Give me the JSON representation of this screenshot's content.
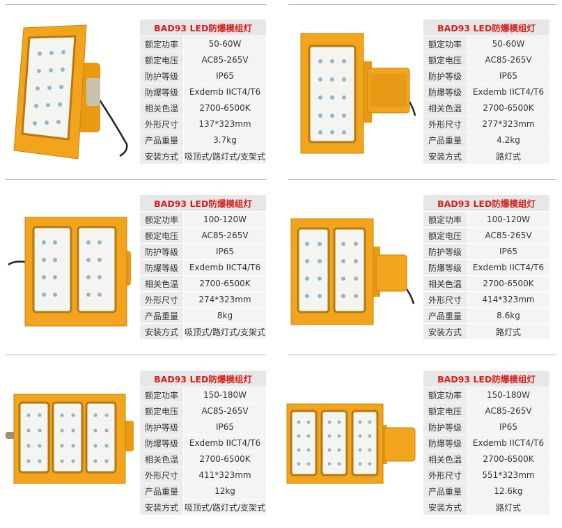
{
  "labels": {
    "power": "额定功率",
    "voltage": "额定电压",
    "protection": "防护等级",
    "explosion": "防爆等级",
    "color_temp": "相关色温",
    "size": "外形尺寸",
    "weight": "产品重量",
    "mount": "安装方式"
  },
  "products": [
    {
      "title": "BAD93 LED防爆模组灯",
      "power": "50-60W",
      "voltage": "AC85-265V",
      "protection": "IP65",
      "explosion": "Exdemb IICT4/T6",
      "color_temp": "2700-6500K",
      "size": "137*323mm",
      "weight": "3.7kg",
      "mount": "吸顶式/路灯式/支架式"
    },
    {
      "title": "BAD93 LED防爆模组灯",
      "power": "50-60W",
      "voltage": "AC85-265V",
      "protection": "IP65",
      "explosion": "Exdemb IICT4/T6",
      "color_temp": "2700-6500K",
      "size": "277*323mm",
      "weight": "4.2kg",
      "mount": "路灯式"
    },
    {
      "title": "BAD93 LED防爆模组灯",
      "power": "100-120W",
      "voltage": "AC85-265V",
      "protection": "IP65",
      "explosion": "Exdemb IICT4/T6",
      "color_temp": "2700-6500K",
      "size": "274*323mm",
      "weight": "8kg",
      "mount": "吸顶式/路灯式/支架式"
    },
    {
      "title": "BAD93 LED防爆模组灯",
      "power": "100-120W",
      "voltage": "AC85-265V",
      "protection": "IP65",
      "explosion": "Exdemb IICT4/T6",
      "color_temp": "2700-6500K",
      "size": "414*323mm",
      "weight": "8.6kg",
      "mount": "路灯式"
    },
    {
      "title": "BAD93 LED防爆模组灯",
      "power": "150-180W",
      "voltage": "AC85-265V",
      "protection": "IP65",
      "explosion": "Exdemb IICT4/T6",
      "color_temp": "2700-6500K",
      "size": "411*323mm",
      "weight": "12kg",
      "mount": "吸顶式/路灯式/支架式"
    },
    {
      "title": "BAD93 LED防爆模组灯",
      "power": "150-180W",
      "voltage": "AC85-265V",
      "protection": "IP65",
      "explosion": "Exdemb IICT4/T6",
      "color_temp": "2700-6500K",
      "size": "551*323mm",
      "weight": "12.6kg",
      "mount": "路灯式"
    }
  ],
  "colors": {
    "lamp_body": "#f2a51c",
    "lamp_panel": "#f4f4f0",
    "title_red": "#d6201c"
  }
}
